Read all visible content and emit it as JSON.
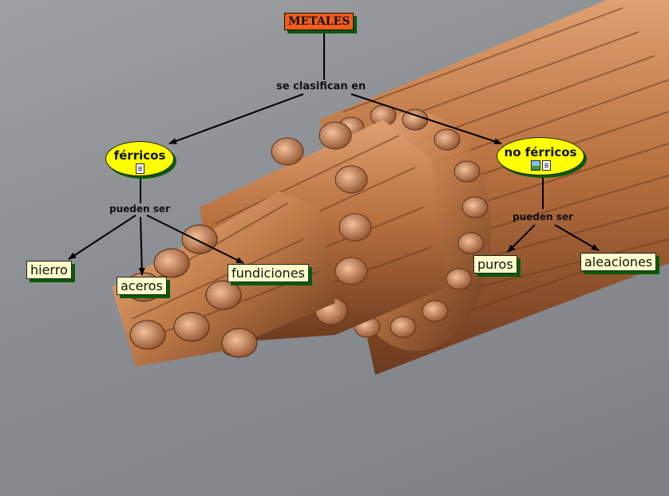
{
  "root": {
    "label": "METALES"
  },
  "link_classify": "se clasifican en",
  "ferricos": {
    "label": "férricos",
    "link": "pueden ser",
    "resource_icon": "document-icon"
  },
  "no_ferricos": {
    "label": "no férricos",
    "link": "pueden ser",
    "resource_icons": [
      "image-icon",
      "document-icon"
    ]
  },
  "leaves": {
    "hierro": "hierro",
    "aceros": "aceros",
    "fundiciones": "fundiciones",
    "puros": "puros",
    "aleaciones": "aleaciones"
  },
  "colors": {
    "root_fill": "#f25c1e",
    "oval_fill": "#ffff00",
    "leaf_fill": "#ffffcc",
    "shadow": "#0a5a0a",
    "copper": "#b8703f"
  },
  "background_image": "photo of copper cable strands"
}
